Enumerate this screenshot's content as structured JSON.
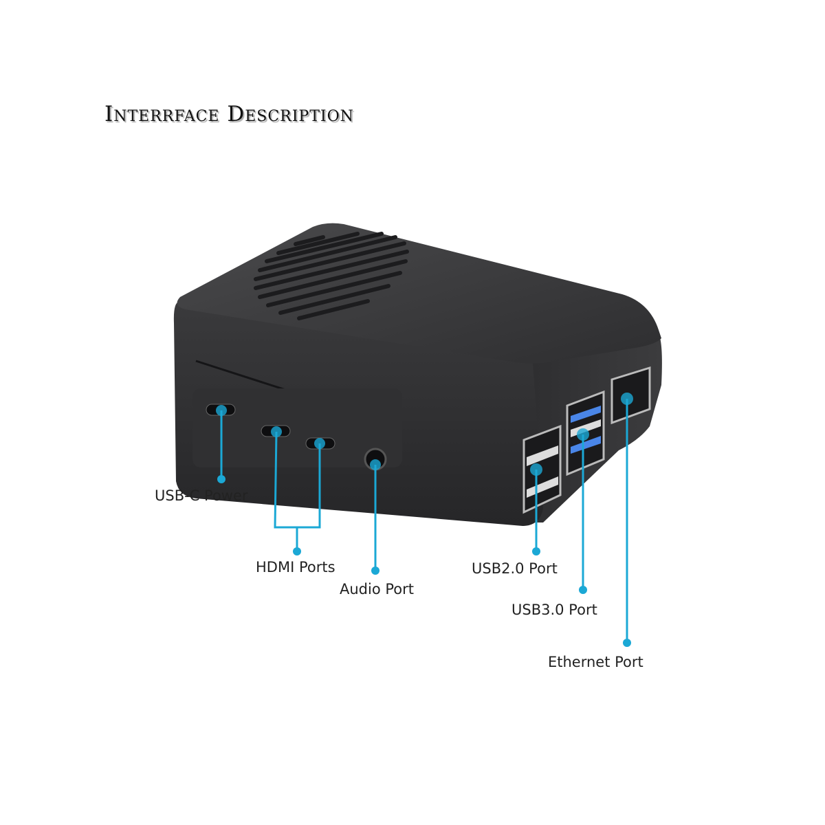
{
  "title": "Interrface Description",
  "accent_color": "#1ba8d5",
  "callouts": {
    "usb_c_power": "USB-C Power",
    "hdmi_ports": "HDMI Ports",
    "audio_port": "Audio Port",
    "usb2_port": "USB2.0 Port",
    "usb3_port": "USB3.0 Port",
    "ethernet_port": "Ethernet Port"
  }
}
